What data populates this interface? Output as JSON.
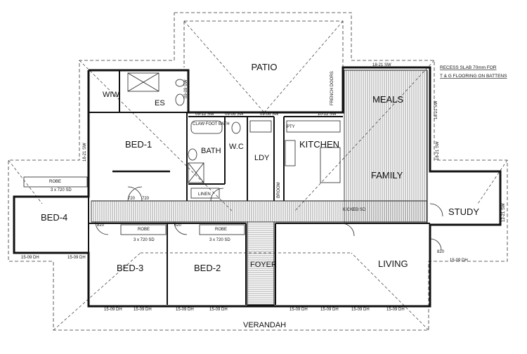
{
  "note": {
    "line1": "RECESS SLAB 70mm FOR",
    "line2": "T & G FLOORING ON BATTENS"
  },
  "rooms": {
    "patio": "PATIO",
    "wiw": "WIW",
    "es": "ES",
    "bed1": "BED-1",
    "bath": "BATH",
    "wc": "W.C",
    "ldy": "LDY",
    "kitchen": "KITCHEN",
    "meals": "MEALS",
    "family": "FAMILY",
    "study": "STUDY",
    "bed4": "BED-4",
    "bed3": "BED-3",
    "bed2": "BED-2",
    "foyer": "FOYER",
    "living": "LIVING",
    "verandah": "VERANDAH"
  },
  "labels": {
    "robe": "ROBE",
    "robe_sd": "3 x 720 SD",
    "linen": "LINEN",
    "pty": "PTY",
    "french_doors": "FRENCH DOORS",
    "broom": "BROOM",
    "kicked_sd": "KICKED SD",
    "bath_fixture": "CLAW FOOT BATH"
  },
  "dims": {
    "d_18_21": "18-21 SW",
    "d_09_09": "09-09 SW",
    "d_09_12": "09-12 SW",
    "d_09_06": "09-06 SW",
    "d_10_12": "10-12 SW",
    "d_12_21": "12-21 SW",
    "d_15_09": "15-09 DH",
    "d_720": "720",
    "d_820": "820"
  }
}
